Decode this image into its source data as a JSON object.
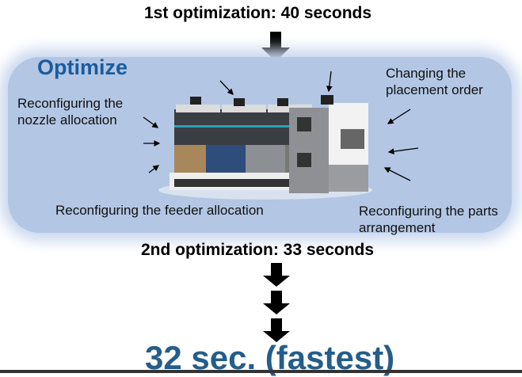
{
  "first": "1st optimization: 40 seconds",
  "optimize_title": "Optimize",
  "labels": {
    "nozzle": "Reconfiguring the\nnozzle allocation",
    "placement": "Changing the\nplacement order",
    "feeder": "Reconfiguring the feeder allocation",
    "parts": "Reconfiguring the parts\narrangement"
  },
  "second": "2nd optimization: 33 seconds",
  "final": "32 sec. (fastest)",
  "colors": {
    "region": "#b3c6e4",
    "accent": "#1a5c9e",
    "final": "#255d8a"
  }
}
